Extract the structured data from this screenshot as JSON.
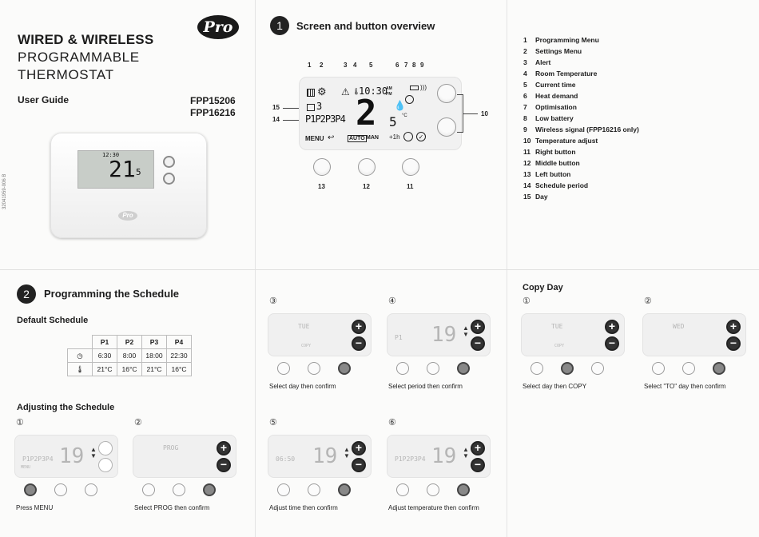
{
  "cover": {
    "title": "WIRED & WIRELESS",
    "subtitle_1": "PROGRAMMABLE",
    "subtitle_2": "THERMOSTAT",
    "user_guide": "User Guide",
    "models": [
      "FPP15206",
      "FPP16216"
    ],
    "logo_text": "Pro",
    "side_code": "32041959-006 B",
    "unit_display": {
      "time": "12:30",
      "temp": "21",
      "decimal": "5"
    }
  },
  "overview": {
    "number": "1",
    "title": "Screen and button overview",
    "callouts_top": [
      "1",
      "2",
      "3",
      "4",
      "5",
      "6",
      "7",
      "8",
      "9"
    ],
    "callouts_side": [
      "15",
      "14"
    ],
    "callout_right": "10",
    "callouts_bottom": [
      "13",
      "12",
      "11"
    ],
    "lcd": {
      "time": "10:30",
      "am": "AM",
      "pm": "PM",
      "day": "3",
      "periods": "P1P2P3P4",
      "temp": "2",
      "decimal": "5",
      "unit": "°C",
      "menu": "MENU",
      "auto": "AUTO",
      "man": "MAN",
      "boost": "+1h"
    },
    "legend": [
      {
        "n": "1",
        "label": "Programming Menu"
      },
      {
        "n": "2",
        "label": "Settings Menu"
      },
      {
        "n": "3",
        "label": "Alert"
      },
      {
        "n": "4",
        "label": "Room Temperature"
      },
      {
        "n": "5",
        "label": "Current time"
      },
      {
        "n": "6",
        "label": "Heat demand"
      },
      {
        "n": "7",
        "label": "Optimisation"
      },
      {
        "n": "8",
        "label": "Low battery"
      },
      {
        "n": "9",
        "label": "Wireless signal (FPP16216 only)"
      },
      {
        "n": "10",
        "label": "Temperature adjust"
      },
      {
        "n": "11",
        "label": "Right button"
      },
      {
        "n": "12",
        "label": "Middle button"
      },
      {
        "n": "13",
        "label": "Left button"
      },
      {
        "n": "14",
        "label": "Schedule period"
      },
      {
        "n": "15",
        "label": "Day"
      }
    ]
  },
  "programming": {
    "number": "2",
    "title": "Programming the Schedule",
    "default_heading": "Default Schedule",
    "table": {
      "headers": [
        "P1",
        "P2",
        "P3",
        "P4"
      ],
      "times": [
        "6:30",
        "8:00",
        "18:00",
        "22:30"
      ],
      "temps": [
        "21°C",
        "16°C",
        "21°C",
        "16°C"
      ]
    },
    "adjusting_heading": "Adjusting the Schedule",
    "steps": [
      {
        "num": "①",
        "caption": "Press MENU",
        "screen_big": "19",
        "screen_small": "P1P2P3P4",
        "screen_label": "MENU"
      },
      {
        "num": "②",
        "caption": "Select PROG then confirm",
        "screen_big": "",
        "screen_small": "PROG",
        "screen_label": ""
      },
      {
        "num": "③",
        "caption": "Select day then confirm",
        "screen_big": "",
        "screen_small": "TUE",
        "screen_label": "COPY"
      },
      {
        "num": "④",
        "caption": "Select period then confirm",
        "screen_big": "19",
        "screen_small": "P1",
        "screen_label": ""
      },
      {
        "num": "⑤",
        "caption": "Adjust time then confirm",
        "screen_big": "19",
        "screen_small": "06:50",
        "screen_label": ""
      },
      {
        "num": "⑥",
        "caption": "Adjust temperature then confirm",
        "screen_big": "19",
        "screen_small": "P1P2P3P4",
        "screen_label": ""
      }
    ]
  },
  "copy_day": {
    "heading": "Copy Day",
    "steps": [
      {
        "num": "①",
        "caption": "Select day then COPY",
        "screen_small": "TUE",
        "screen_label": "COPY"
      },
      {
        "num": "②",
        "caption": "Select \"TO\" day then confirm",
        "screen_small": "WED",
        "screen_label": ""
      }
    ]
  },
  "colors": {
    "ink": "#1c1c1c",
    "lcd_bg": "#f1f1f1",
    "button_dark": "#333333"
  }
}
